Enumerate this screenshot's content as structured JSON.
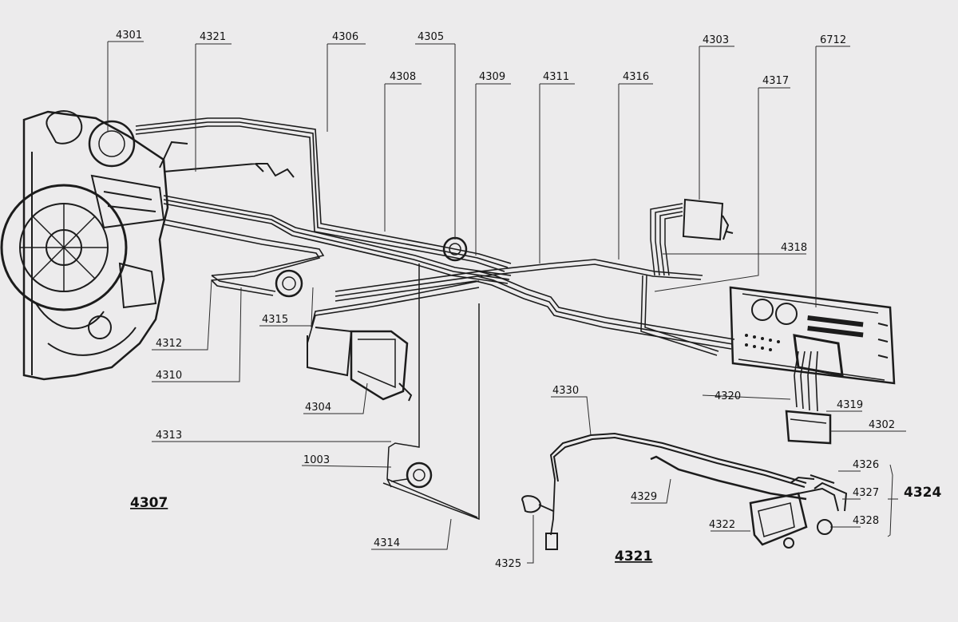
{
  "diagram": {
    "background": "#ecebec",
    "ink": "#1c1c1c",
    "labels": {
      "l4301": "4301",
      "l4321a": "4321",
      "l4306": "4306",
      "l4305": "4305",
      "l4303": "4303",
      "l6712": "6712",
      "l4308": "4308",
      "l4309": "4309",
      "l4311": "4311",
      "l4316": "4316",
      "l4317": "4317",
      "l4318": "4318",
      "l4315": "4315",
      "l4312": "4312",
      "l4310": "4310",
      "l4304": "4304",
      "l4313": "4313",
      "l1003": "1003",
      "l4314": "4314",
      "l4307": "4307",
      "l4320": "4320",
      "l4319": "4319",
      "l4302": "4302",
      "l4330": "4330",
      "l4326": "4326",
      "l4327": "4327",
      "l4324": "4324",
      "l4329": "4329",
      "l4322": "4322",
      "l4328": "4328",
      "l4325": "4325",
      "l4321b": "4321"
    }
  }
}
